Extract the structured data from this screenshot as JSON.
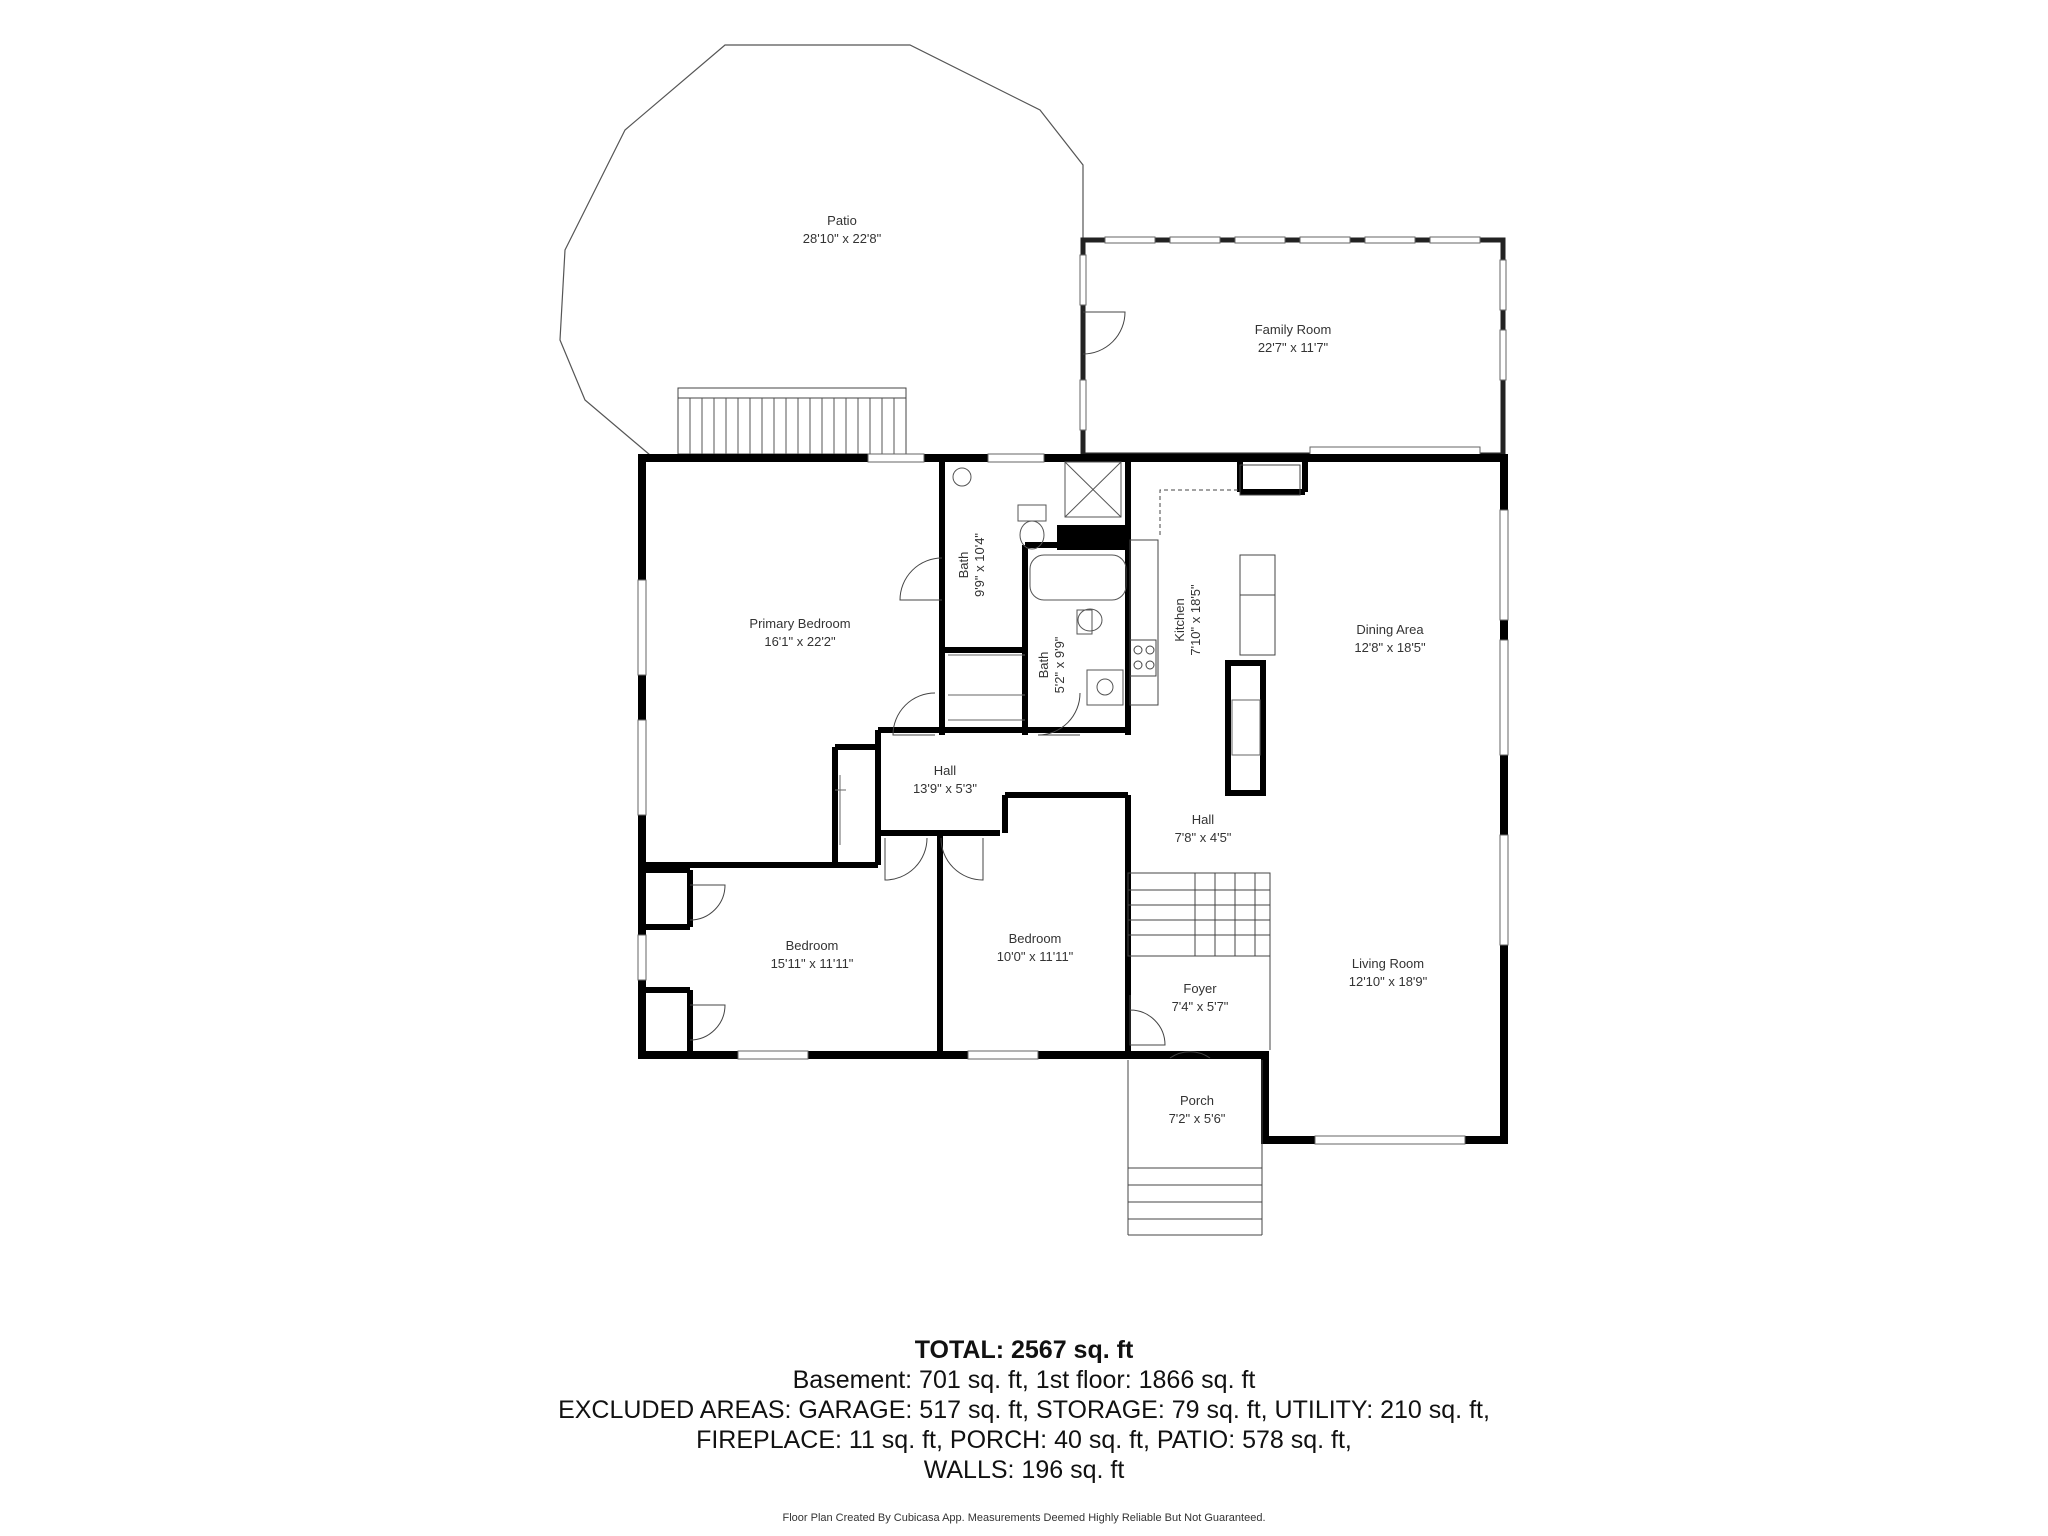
{
  "rooms": {
    "patio": {
      "name": "Patio",
      "size": "28'10\" x 22'8\""
    },
    "family_room": {
      "name": "Family Room",
      "size": "22'7\" x 11'7\""
    },
    "primary_bedroom": {
      "name": "Primary Bedroom",
      "size": "16'1\" x 22'2\""
    },
    "bath1": {
      "name": "Bath",
      "size": "9'9\" x 10'4\""
    },
    "bath2": {
      "name": "Bath",
      "size": "5'2\" x 9'9\""
    },
    "kitchen": {
      "name": "Kitchen",
      "size": "7'10\" x 18'5\""
    },
    "dining_area": {
      "name": "Dining Area",
      "size": "12'8\" x 18'5\""
    },
    "hall1": {
      "name": "Hall",
      "size": "13'9\" x 5'3\""
    },
    "hall2": {
      "name": "Hall",
      "size": "7'8\" x 4'5\""
    },
    "bedroom1": {
      "name": "Bedroom",
      "size": "15'11\" x 11'11\""
    },
    "bedroom2": {
      "name": "Bedroom",
      "size": "10'0\" x 11'11\""
    },
    "foyer": {
      "name": "Foyer",
      "size": "7'4\" x 5'7\""
    },
    "living_room": {
      "name": "Living Room",
      "size": "12'10\" x 18'9\""
    },
    "porch": {
      "name": "Porch",
      "size": "7'2\" x 5'6\""
    }
  },
  "summary": {
    "total": "TOTAL: 2567 sq. ft",
    "line1": "Basement: 701 sq. ft, 1st floor: 1866 sq. ft",
    "line2": "EXCLUDED AREAS: GARAGE: 517 sq. ft, STORAGE: 79 sq. ft, UTILITY: 210 sq. ft,",
    "line3": "FIREPLACE: 11 sq. ft, PORCH: 40 sq. ft, PATIO: 578 sq. ft,",
    "line4": "WALLS: 196 sq. ft"
  },
  "footer": "Floor Plan Created By Cubicasa App. Measurements Deemed Highly Reliable But Not Guaranteed."
}
